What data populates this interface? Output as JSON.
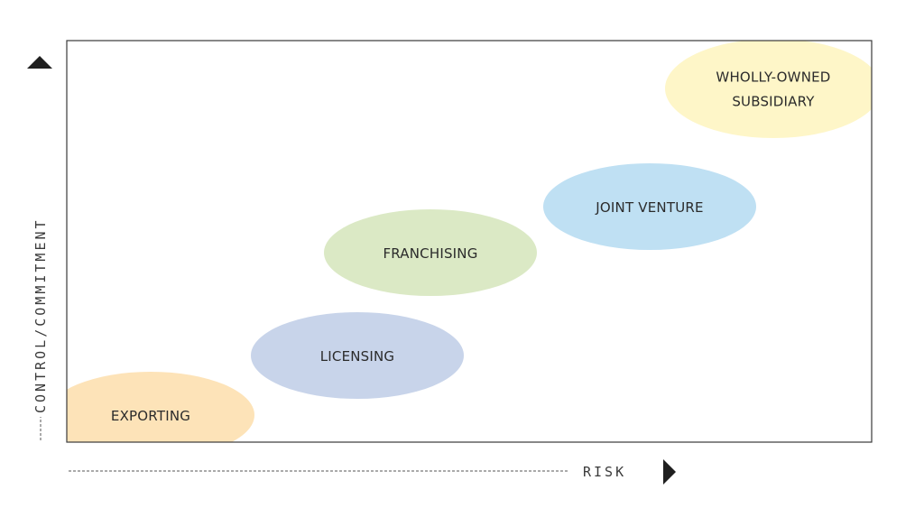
{
  "axes": {
    "y_label": "CONTROL/COMMITMENT",
    "x_label": "RISK"
  },
  "entry_modes": [
    {
      "name": "exporting",
      "lines": [
        "EXPORTING"
      ],
      "color": "#fde3b8"
    },
    {
      "name": "licensing",
      "lines": [
        "LICENSING"
      ],
      "color": "#c8d4ea"
    },
    {
      "name": "franchising",
      "lines": [
        "FRANCHISING"
      ],
      "color": "#dbe9c5"
    },
    {
      "name": "joint-venture",
      "lines": [
        "JOINT VENTURE"
      ],
      "color": "#bfe0f3"
    },
    {
      "name": "wholly-owned-subsidiary",
      "lines": [
        "WHOLLY-OWNED",
        "SUBSIDIARY"
      ],
      "color": "#fef6c8"
    }
  ],
  "colors": {
    "frame": "#3a3a3a",
    "arrow": "#1f1f1f",
    "dashed_line": "#555555"
  }
}
